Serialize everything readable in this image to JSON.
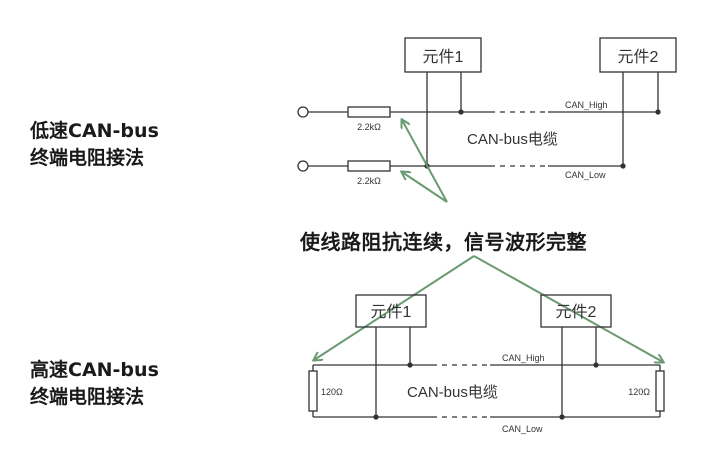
{
  "low_speed": {
    "title_line1": "低速CAN-bus",
    "title_line2": "终端电阻接法",
    "component1": "元件1",
    "component2": "元件2",
    "resistor_top": "2.2kΩ",
    "resistor_bottom": "2.2kΩ",
    "line_high": "CAN_High",
    "line_low": "CAN_Low",
    "cable": "CAN-bus电缆"
  },
  "caption": "使线路阻抗连续，信号波形完整",
  "high_speed": {
    "title_line1": "高速CAN-bus",
    "title_line2": "终端电阻接法",
    "component1": "元件1",
    "component2": "元件2",
    "resistor_left": "120Ω",
    "resistor_right": "120Ω",
    "line_high": "CAN_High",
    "line_low": "CAN_Low",
    "cable": "CAN-bus电缆"
  },
  "colors": {
    "arrow": "#6a9a72",
    "wire": "#333333"
  }
}
